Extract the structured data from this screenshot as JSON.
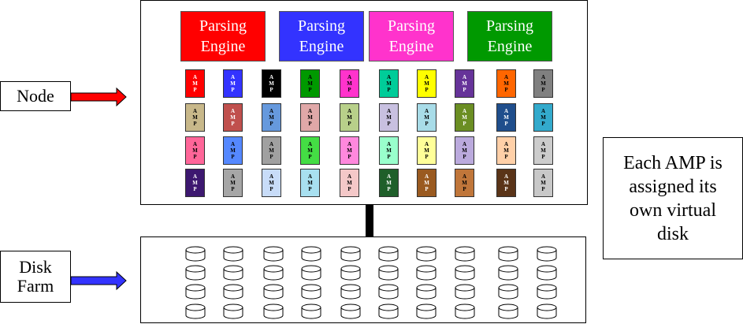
{
  "node_label": "Node",
  "disk_farm_label": "Disk\nFarm",
  "note": "Each AMP is\nassigned its\nown virtual\ndisk",
  "parsing_engines": [
    {
      "label": "Parsing\nEngine",
      "color": "#ff0000"
    },
    {
      "label": "Parsing\nEngine",
      "color": "#3333ff"
    },
    {
      "label": "Parsing\nEngine",
      "color": "#ff33cc"
    },
    {
      "label": "Parsing\nEngine",
      "color": "#009900"
    }
  ],
  "amp_letters": [
    "A",
    "M",
    "P"
  ],
  "amps": [
    [
      "#ff0000",
      "#3333ff",
      "#000000",
      "#009900",
      "#ff33cc",
      "#00cc99",
      "#ffff00",
      "#663399",
      "#ff6600",
      "#808080"
    ],
    [
      "#c8b88a",
      "#c0504d",
      "#6699dd",
      "#e0a8a8",
      "#b8d08a",
      "#c8c0e0",
      "#a8dce8",
      "#6b8e23",
      "#1f4e8c",
      "#33aacc"
    ],
    [
      "#ff6699",
      "#5588ff",
      "#a0a0a0",
      "#44dd44",
      "#ff88dd",
      "#99ffcc",
      "#ffff99",
      "#bbaadd",
      "#ffd0a8",
      "#cccccc"
    ],
    [
      "#3d1870",
      "#a6a6a6",
      "#c8dcf8",
      "#a8e0f0",
      "#f4c8c8",
      "#1f5f2a",
      "#9a5a20",
      "#c0763a",
      "#5a3418",
      "#c8c8c8"
    ]
  ],
  "amp_text_colors": [
    [
      "#ffffff",
      "#ffffff",
      "#ffffff",
      "#000000",
      "#000000",
      "#000000",
      "#000000",
      "#ffffff",
      "#000000",
      "#000000"
    ],
    [
      "#000000",
      "#ffffff",
      "#000000",
      "#000000",
      "#000000",
      "#000000",
      "#000000",
      "#ffffff",
      "#ffffff",
      "#000000"
    ],
    [
      "#000000",
      "#000000",
      "#000000",
      "#000000",
      "#000000",
      "#000000",
      "#000000",
      "#000000",
      "#000000",
      "#000000"
    ],
    [
      "#ffffff",
      "#000000",
      "#000000",
      "#000000",
      "#000000",
      "#ffffff",
      "#ffffff",
      "#000000",
      "#ffffff",
      "#000000"
    ]
  ],
  "arrow_colors": {
    "node": "#ff0000",
    "disk": "#3333ff"
  }
}
